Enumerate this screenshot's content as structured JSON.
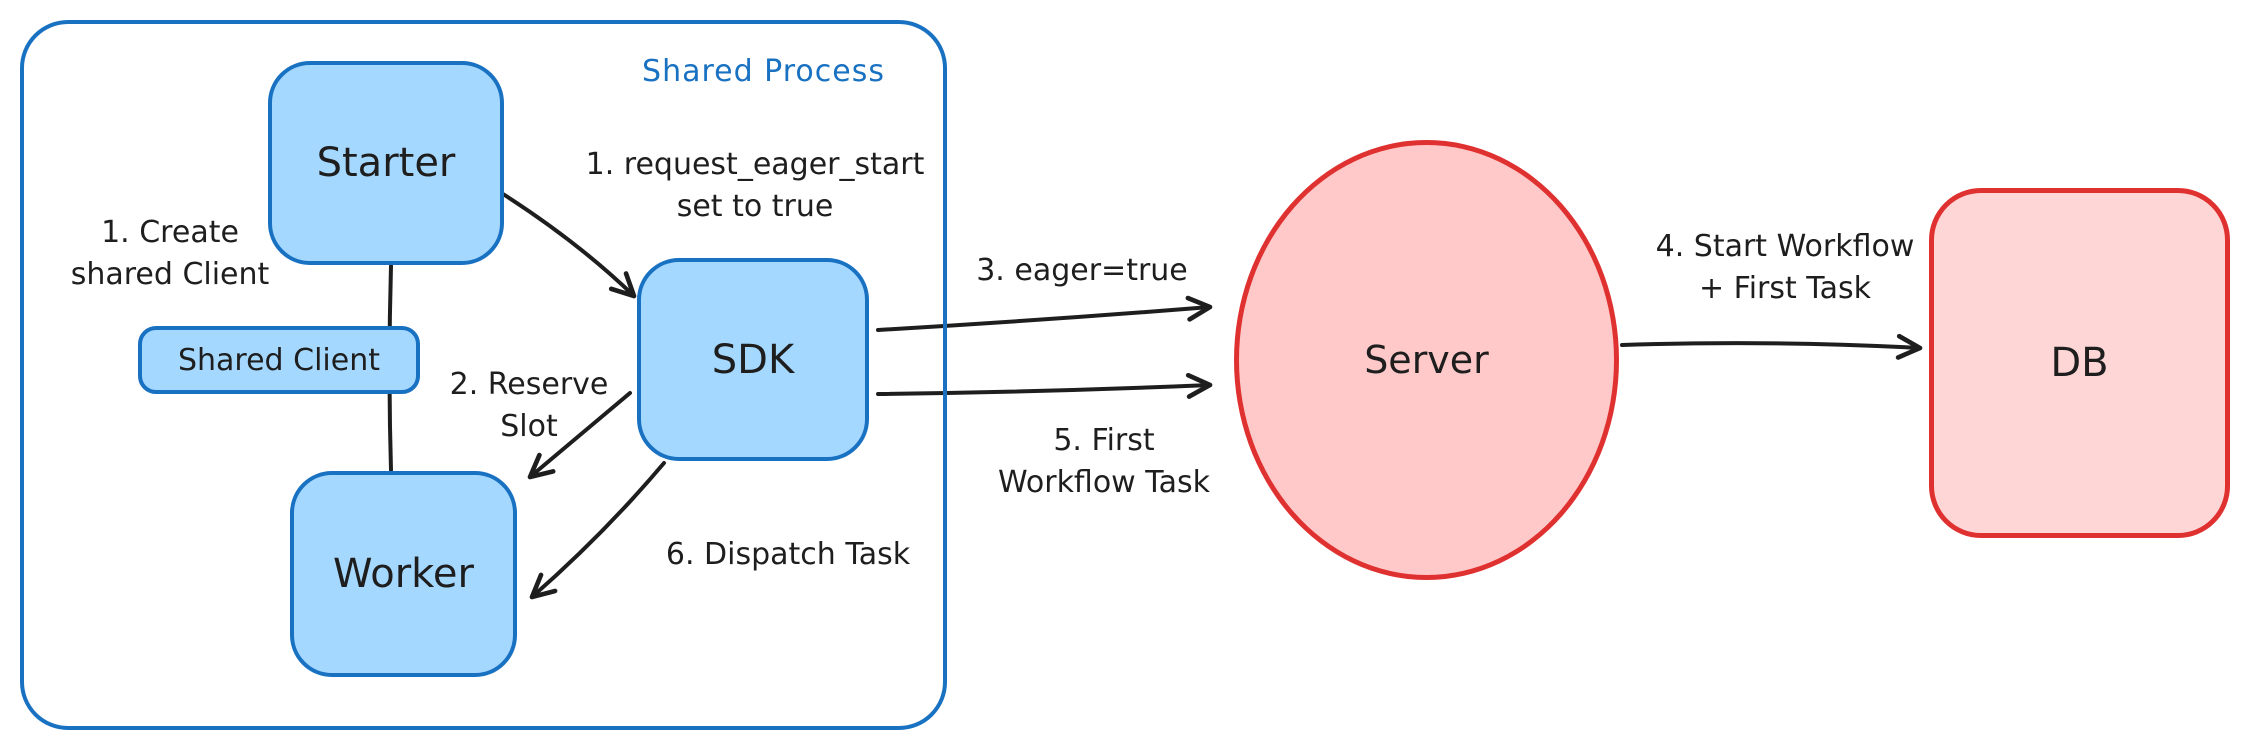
{
  "diagram": {
    "container": {
      "label": "Shared Process"
    },
    "nodes": {
      "starter": {
        "label": "Starter"
      },
      "shared_client": {
        "label": "Shared Client"
      },
      "worker": {
        "label": "Worker"
      },
      "sdk": {
        "label": "SDK"
      },
      "server": {
        "label": "Server"
      },
      "db": {
        "label": "DB"
      }
    },
    "labels": {
      "create_shared_client": "1. Create\nshared Client",
      "request_eager_start": "1. request_eager_start\nset to true",
      "reserve_slot": "2. Reserve\nSlot",
      "eager_true": "3. eager=true",
      "start_workflow": "4. Start Workflow\n+ First Task",
      "first_workflow_task": "5. First\nWorkflow Task",
      "dispatch_task": "6. Dispatch Task"
    },
    "colors": {
      "blue_stroke": "#1971c2",
      "blue_fill": "#a5d8ff",
      "red_stroke": "#e03131",
      "red_fill": "#ffc9c9",
      "arrow": "#1e1e1e",
      "text": "#1e1e1e"
    }
  }
}
